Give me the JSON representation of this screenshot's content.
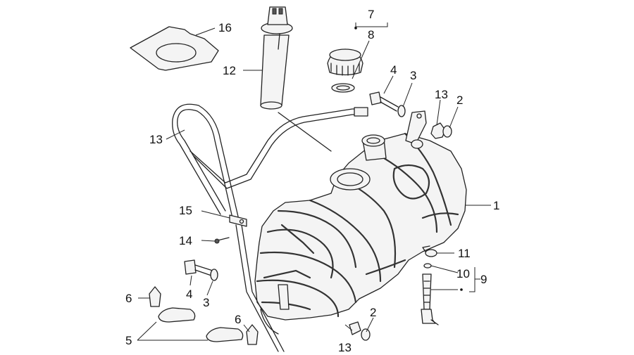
{
  "diagram": {
    "callouts": [
      {
        "id": "c1",
        "label": "1"
      },
      {
        "id": "c2a",
        "label": "2"
      },
      {
        "id": "c2b",
        "label": "2"
      },
      {
        "id": "c3a",
        "label": "3"
      },
      {
        "id": "c3b",
        "label": "3"
      },
      {
        "id": "c4a",
        "label": "4"
      },
      {
        "id": "c4b",
        "label": "4"
      },
      {
        "id": "c5",
        "label": "5"
      },
      {
        "id": "c6a",
        "label": "6"
      },
      {
        "id": "c6b",
        "label": "6"
      },
      {
        "id": "c7",
        "label": "7"
      },
      {
        "id": "c8",
        "label": "8"
      },
      {
        "id": "c9",
        "label": "9"
      },
      {
        "id": "c10",
        "label": "10"
      },
      {
        "id": "c11",
        "label": "11"
      },
      {
        "id": "c12",
        "label": "12"
      },
      {
        "id": "c13a",
        "label": "13"
      },
      {
        "id": "c13b",
        "label": "13"
      },
      {
        "id": "c13c",
        "label": "13"
      },
      {
        "id": "c14",
        "label": "14"
      },
      {
        "id": "c15",
        "label": "15"
      },
      {
        "id": "c16",
        "label": "16"
      }
    ],
    "parts": [
      "fuel-tank",
      "fuel-pump-sender",
      "fuel-cap",
      "cap-gasket",
      "fuel-hose",
      "tank-pad",
      "bolt",
      "washer",
      "nut",
      "hose-clamp",
      "drain-pipe",
      "rubber-bumper",
      "rubber-pad",
      "screw"
    ]
  }
}
